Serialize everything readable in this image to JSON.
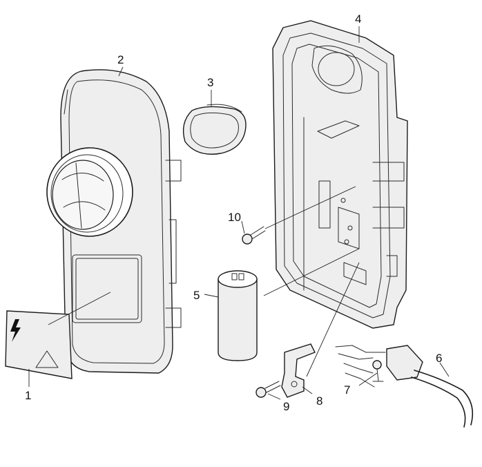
{
  "callouts": {
    "c1": "1",
    "c2": "2",
    "c3": "3",
    "c4": "4",
    "c5": "5",
    "c6": "6",
    "c7": "7",
    "c8": "8",
    "c9": "9",
    "c10": "10"
  },
  "colors": {
    "line": "#1a1a1a",
    "fill_light": "#eeeeee",
    "background": "#ffffff"
  },
  "icons": {
    "label_symbols": [
      "lightning-bolt-icon",
      "warning-triangle-icon"
    ]
  }
}
